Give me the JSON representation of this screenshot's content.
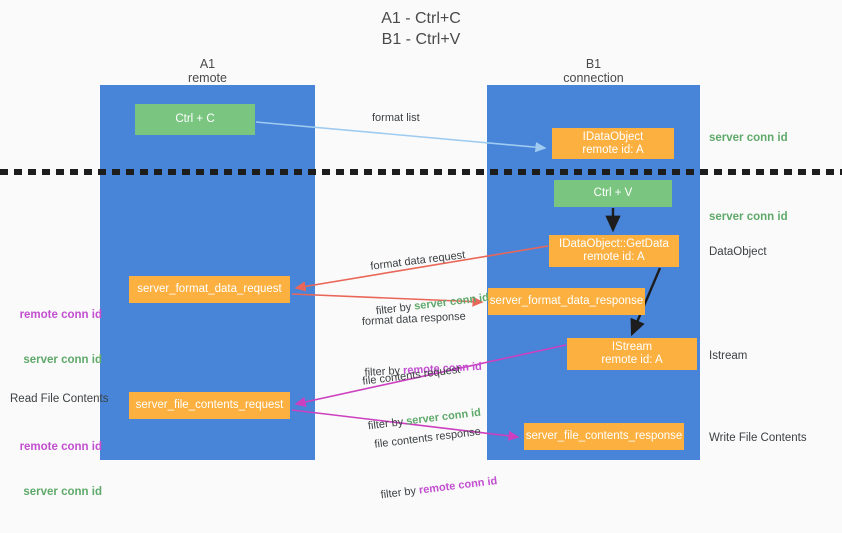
{
  "title": "A1 - Ctrl+C\nB1 - Ctrl+V",
  "lanes": {
    "a1": {
      "header": "A1\nremote"
    },
    "b1": {
      "header": "B1\nconnection"
    }
  },
  "nodes": {
    "ctrl_c": "Ctrl + C",
    "idataobject": "IDataObject\nremote id: A",
    "ctrl_v": "Ctrl + V",
    "getdata": "IDataObject::GetData\nremote id: A",
    "format_data_request": "server_format_data_request",
    "format_data_response": "server_format_data_response",
    "istream": "IStream\nremote id: A",
    "file_contents_request": "server_file_contents_request",
    "file_contents_response": "server_file_contents_response"
  },
  "edge_labels": {
    "format_list": "format list",
    "format_data_request_line1": "format data request",
    "format_data_request_filter_prefix": "filter by ",
    "format_data_request_filter_value": "server conn id",
    "format_data_response_line1": "format data response",
    "format_data_response_filter_prefix": "filter by ",
    "format_data_response_filter_value": "remote conn id",
    "file_contents_request_line1": "file contents request",
    "file_contents_request_filter_prefix": "filter by ",
    "file_contents_request_filter_value": "server conn id",
    "file_contents_response_line1": "file contents response",
    "file_contents_response_filter_prefix": "filter by ",
    "file_contents_response_filter_value": "remote conn id"
  },
  "side_notes": {
    "right_server_conn_id_top": "server conn id",
    "right_server_conn_id_mid": "server conn id",
    "right_dataobject": "DataObject",
    "right_istream": "Istream",
    "right_write_file_contents": "Write File Contents",
    "left_remote_conn_id_1": "remote conn id",
    "left_server_conn_id_1": "server conn id",
    "left_read_file_contents": "Read File Contents",
    "left_remote_conn_id_2": "remote conn id",
    "left_server_conn_id_2": "server conn id"
  },
  "colors": {
    "lane_blue": "#4885d9",
    "node_green": "#7ac680",
    "node_orange": "#fbb040",
    "accent_green_text": "#5fa96a",
    "accent_purple_text": "#c24fd0",
    "arrow_lightblue": "#9ecbef",
    "arrow_red": "#ea6659",
    "arrow_magenta": "#cc3fbf",
    "arrow_black": "#1d1d1d",
    "background": "#fafafa"
  }
}
